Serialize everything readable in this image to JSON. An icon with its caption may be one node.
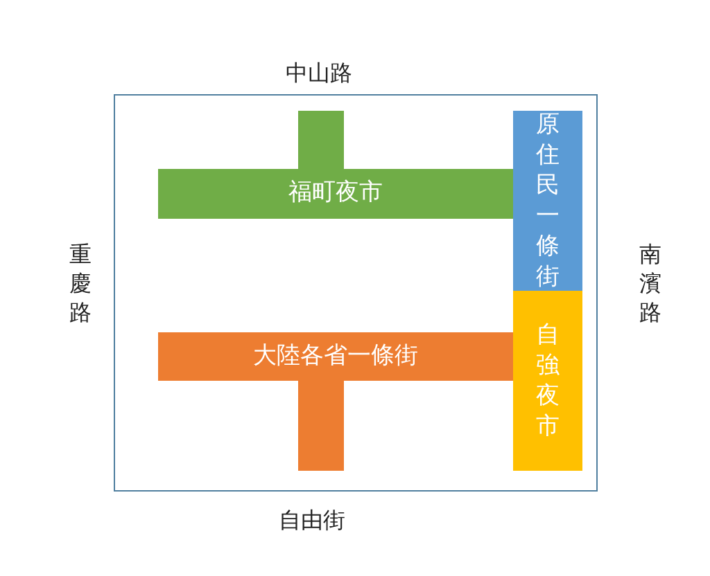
{
  "diagram": {
    "nodes": [
      {
        "text": [
          "福町夜市"
        ]
      },
      {
        "text": [
          "原住民一條街"
        ]
      },
      {
        "text": [
          "自強夜市"
        ]
      },
      {
        "text": [
          "大陸各省一條街"
        ]
      }
    ],
    "labels": [
      "中山路",
      "重慶路",
      "南濱路",
      "自由街"
    ]
  }
}
